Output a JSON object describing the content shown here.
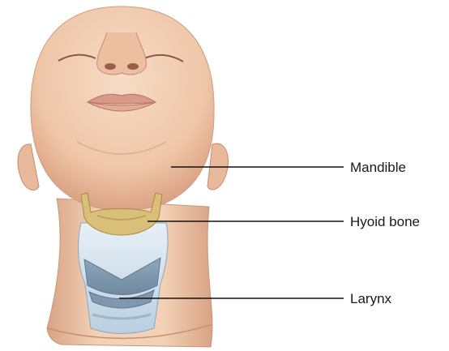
{
  "labels": {
    "mandible": "Mandible",
    "hyoid": "Hyoid bone",
    "larynx": "Larynx"
  },
  "colors": {
    "skin": "#f1cdb0",
    "skin_shadow": "#d9a888",
    "hyoid_bone": "#d9bf7a",
    "larynx_cartilage": "#c9dcea",
    "larynx_dark": "#7f98ad",
    "leader_line": "#111111"
  }
}
